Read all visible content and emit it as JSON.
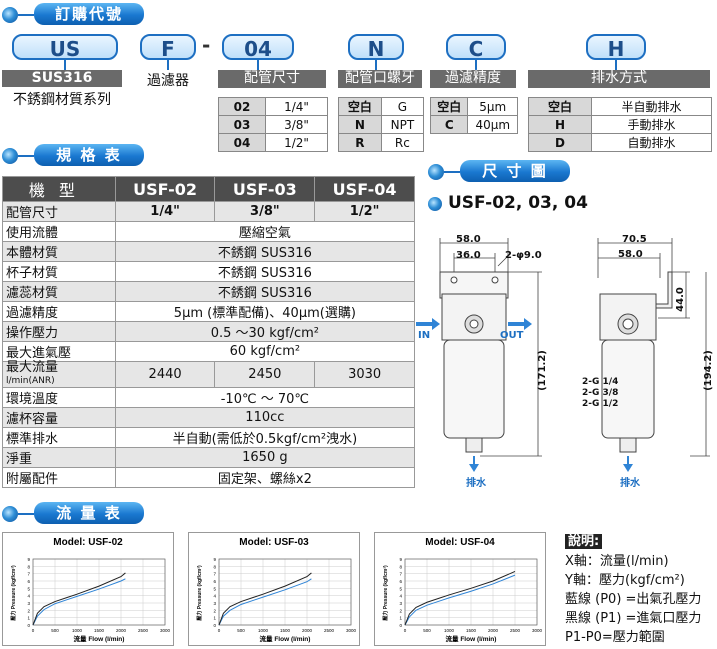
{
  "sections": {
    "order_code": "訂購代號",
    "spec": "規 格 表",
    "dimension": "尺 寸 圖",
    "flow": "流 量 表"
  },
  "code_boxes": [
    "US",
    "F",
    "-",
    "04",
    "N",
    "C",
    "H"
  ],
  "code_labels": {
    "us_model": "SUS316",
    "us_desc": "不銹鋼材質系列",
    "f": "過濾器",
    "port_size": "配管尺寸",
    "thread": "配管口螺牙",
    "precision": "過濾精度",
    "drain": "排水方式"
  },
  "port_size_options": [
    [
      "02",
      "1/4\""
    ],
    [
      "03",
      "3/8\""
    ],
    [
      "04",
      "1/2\""
    ]
  ],
  "thread_options": [
    [
      "空白",
      "G"
    ],
    [
      "N",
      "NPT"
    ],
    [
      "R",
      "Rc"
    ]
  ],
  "precision_options": [
    [
      "空白",
      "5μm"
    ],
    [
      "C",
      "40μm"
    ]
  ],
  "drain_options": [
    [
      "空白",
      "半自動排水"
    ],
    [
      "H",
      "手動排水"
    ],
    [
      "D",
      "自動排水"
    ]
  ],
  "spec_table": {
    "header": [
      "機型",
      "USF-02",
      "USF-03",
      "USF-04"
    ],
    "port_row": [
      "配管尺寸",
      "1/4\"",
      "3/8\"",
      "1/2\""
    ],
    "rows": [
      [
        "使用流體",
        "壓縮空氣"
      ],
      [
        "本體材質",
        "不銹鋼 SUS316"
      ],
      [
        "杯子材質",
        "不銹鋼 SUS316"
      ],
      [
        "濾蕊材質",
        "不銹鋼 SUS316"
      ],
      [
        "過濾精度",
        "5μm (標準配備)、40μm(選購)"
      ],
      [
        "操作壓力",
        "0.5 ～30 kgf/cm²"
      ],
      [
        "最大進氣壓",
        "60 kgf/cm²"
      ]
    ],
    "flow_row": {
      "label": "最大流量",
      "unit": "l/min(ANR)",
      "values": [
        "2440",
        "2450",
        "3030"
      ]
    },
    "rows2": [
      [
        "環境溫度",
        "-10℃ ～ 70℃"
      ],
      [
        "濾杯容量",
        "110cc"
      ],
      [
        "標準排水",
        "半自動(需低於0.5kgf/cm²洩水)"
      ],
      [
        "淨重",
        "1650 g"
      ],
      [
        "附屬配件",
        "固定架、螺絲x2"
      ]
    ]
  },
  "dimension": {
    "title": "USF-02, 03, 04",
    "front": {
      "width": "58.0",
      "inner": "36.0",
      "hole": "2-φ9.0",
      "height": "(171.2)",
      "in": "IN",
      "out": "OUT",
      "drain": "排水"
    },
    "side": {
      "width": "70.5",
      "inner": "58.0",
      "top": "44.0",
      "height": "(194.2)",
      "threads": [
        "2-G 1/4",
        "2-G  3/8",
        "2-G 1/2"
      ],
      "drain": "排水"
    }
  },
  "charts_text": {
    "ylabel": "壓力 Pressure (kgf/cm²)",
    "xlabel": "流量 Flow (l/min)"
  },
  "chart_data": [
    {
      "type": "line",
      "title": "Model: USF-02",
      "xlabel": "流量 Flow (l/min)",
      "ylabel": "壓力 Pressure (kgf/cm²)",
      "xlim": [
        0,
        3000
      ],
      "ylim": [
        0,
        9
      ],
      "xticks": [
        0,
        500,
        1000,
        1500,
        2000,
        2500,
        3000
      ],
      "yticks": [
        0,
        1,
        2,
        3,
        4,
        5,
        6,
        7,
        8,
        9
      ],
      "series": [
        {
          "name": "藍線 (P0)",
          "color": "#2f84d6",
          "x": [
            0,
            100,
            250,
            500,
            800,
            1000,
            1500,
            2000,
            2100
          ],
          "y": [
            0,
            1.2,
            2.1,
            2.9,
            3.5,
            3.9,
            4.9,
            6.0,
            6.3
          ]
        },
        {
          "name": "黑線 (P1)",
          "color": "#222222",
          "x": [
            0,
            100,
            250,
            500,
            800,
            1000,
            1500,
            2000,
            2100
          ],
          "y": [
            0,
            1.6,
            2.5,
            3.2,
            3.8,
            4.2,
            5.3,
            6.6,
            7.1
          ]
        }
      ]
    },
    {
      "type": "line",
      "title": "Model: USF-03",
      "xlabel": "流量 Flow (l/min)",
      "ylabel": "壓力 Pressure (kgf/cm²)",
      "xlim": [
        0,
        3000
      ],
      "ylim": [
        0,
        9
      ],
      "xticks": [
        0,
        500,
        1000,
        1500,
        2000,
        2500,
        3000
      ],
      "yticks": [
        0,
        1,
        2,
        3,
        4,
        5,
        6,
        7,
        8,
        9
      ],
      "series": [
        {
          "name": "藍線 (P0)",
          "color": "#2f84d6",
          "x": [
            0,
            100,
            250,
            500,
            800,
            1000,
            1500,
            2000,
            2100
          ],
          "y": [
            0,
            1.2,
            2.0,
            2.8,
            3.4,
            3.8,
            4.8,
            5.9,
            6.3
          ]
        },
        {
          "name": "黑線 (P1)",
          "color": "#222222",
          "x": [
            0,
            100,
            250,
            500,
            800,
            1000,
            1500,
            2000,
            2100
          ],
          "y": [
            0,
            1.6,
            2.5,
            3.2,
            3.8,
            4.2,
            5.3,
            6.6,
            7.1
          ]
        }
      ]
    },
    {
      "type": "line",
      "title": "Model: USF-04",
      "xlabel": "流量 Flow (l/min)",
      "ylabel": "壓力 Pressure (kgf/cm²)",
      "xlim": [
        0,
        3000
      ],
      "ylim": [
        0,
        9
      ],
      "xticks": [
        0,
        500,
        1000,
        1500,
        2000,
        2500,
        3000
      ],
      "yticks": [
        0,
        1,
        2,
        3,
        4,
        5,
        6,
        7,
        8,
        9
      ],
      "series": [
        {
          "name": "藍線 (P0)",
          "color": "#2f84d6",
          "x": [
            0,
            100,
            250,
            500,
            800,
            1000,
            1500,
            2000,
            2500
          ],
          "y": [
            0,
            1.1,
            2.0,
            2.7,
            3.3,
            3.7,
            4.6,
            5.6,
            6.8
          ]
        },
        {
          "name": "黑線 (P1)",
          "color": "#222222",
          "x": [
            0,
            100,
            250,
            500,
            800,
            1000,
            1500,
            2000,
            2500
          ],
          "y": [
            0,
            1.5,
            2.4,
            3.1,
            3.7,
            4.1,
            5.0,
            6.0,
            7.3
          ]
        }
      ]
    }
  ],
  "legend": {
    "title": "說明:",
    "lines": [
      "X軸：流量(l/min)",
      "Y軸：壓力(kgf/cm²)",
      "藍線 (P0) =出氣孔壓力",
      "黑線 (P1) =進氣口壓力",
      "P1-P0=壓力範圍"
    ]
  },
  "colors": {
    "accent": "#1d6fc2",
    "header_bg": "#4d4d4d",
    "row_alt": "#e6e6e6",
    "blue_line": "#2f84d6",
    "black_line": "#222222"
  }
}
